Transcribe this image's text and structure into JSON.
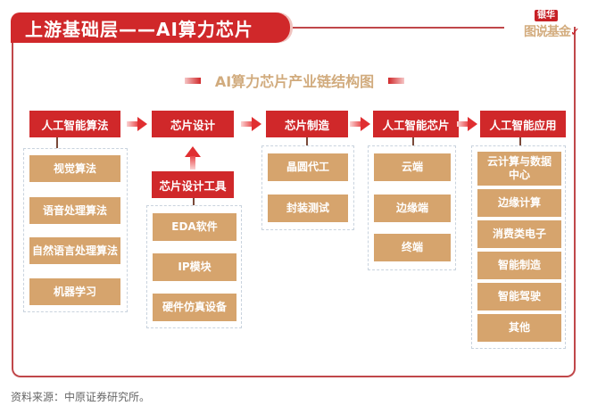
{
  "header": {
    "title": "上游基础层——AI算力芯片",
    "logo_top": "银华",
    "logo_bottom": "图说基金"
  },
  "diagram": {
    "title": "AI算力芯片产业链结构图",
    "stages": [
      {
        "label": "人工智能算法",
        "items": [
          "视觉算法",
          "语音处理算法",
          "自然语言处理算法",
          "机器学习"
        ]
      },
      {
        "label": "芯片设计",
        "supplier": {
          "label": "芯片设计工具",
          "items": [
            "EDA软件",
            "IP模块",
            "硬件仿真设备"
          ]
        }
      },
      {
        "label": "芯片制造",
        "items": [
          "晶圆代工",
          "封装测试"
        ]
      },
      {
        "label": "人工智能芯片",
        "items": [
          "云端",
          "边缘端",
          "终端"
        ]
      },
      {
        "label": "人工智能应用",
        "items": [
          "云计算与数据中心",
          "边缘计算",
          "消费类电子",
          "智能制造",
          "智能驾驶",
          "其他"
        ]
      }
    ]
  },
  "colors": {
    "primary_red": "#d0282a",
    "item_tan": "#d6a46d",
    "subtitle_gold": "#d1ab7d",
    "frame_red": "#c0474a"
  },
  "footer": {
    "source": "资料来源：中原证券研究所。"
  }
}
